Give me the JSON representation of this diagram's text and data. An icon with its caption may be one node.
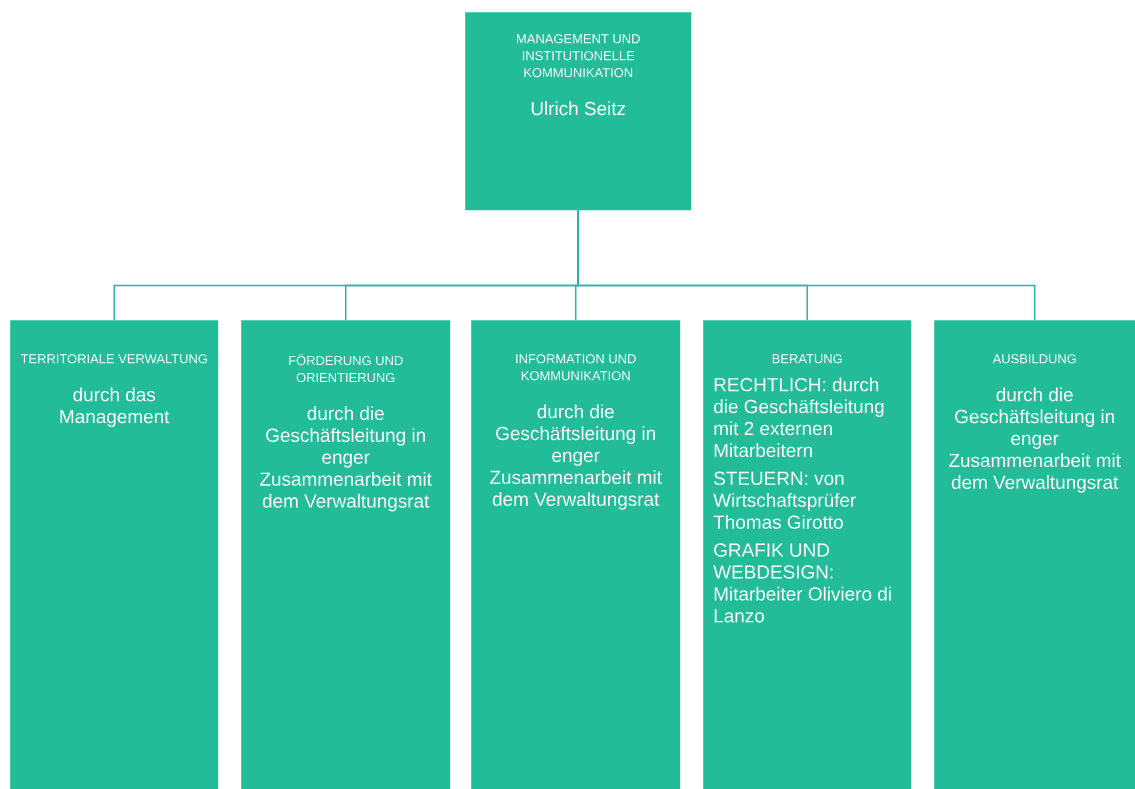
{
  "diagram": {
    "nodes": [
      {
        "text": [
          "MANAGEMENT UND INSTITUTIONELLE KOMMUNIKATION",
          "Ulrich Seitz"
        ]
      },
      {
        "text": [
          "TERRITORIALE VERWALTUNG",
          "durch das Management"
        ]
      },
      {
        "text": [
          "FÖRDERUNG UND ORIENTIERUNG",
          "durch die Geschäftsleitung in enger Zusammenarbeit mit dem Verwaltungsrat"
        ]
      },
      {
        "text": [
          "INFORMATION UND KOMMUNIKATION",
          "durch die Geschäftsleitung in enger Zusammenarbeit mit dem Verwaltungsrat"
        ]
      },
      {
        "text": [
          "BERATUNG",
          "RECHTLICH: durch die Geschäftsleitung mit 2 externen Mitarbeitern",
          "STEUERN: von Wirtschaftsprüfer Thomas Girotto",
          "GRAFIK UND WEBDESIGN: Mitarbeiter Oliviero di Lanzo"
        ]
      },
      {
        "text": [
          "AUSBILDUNG",
          "durch die Geschäftsleitung in enger Zusammenarbeit mit dem Verwaltungsrat"
        ]
      }
    ],
    "edges": [
      {
        "from": 0,
        "to": 1,
        "arrow": "none"
      },
      {
        "from": 0,
        "to": 2,
        "arrow": "none"
      },
      {
        "from": 0,
        "to": 3,
        "arrow": "none"
      },
      {
        "from": 0,
        "to": 4,
        "arrow": "none"
      },
      {
        "from": 0,
        "to": 5,
        "arrow": "none"
      }
    ]
  }
}
